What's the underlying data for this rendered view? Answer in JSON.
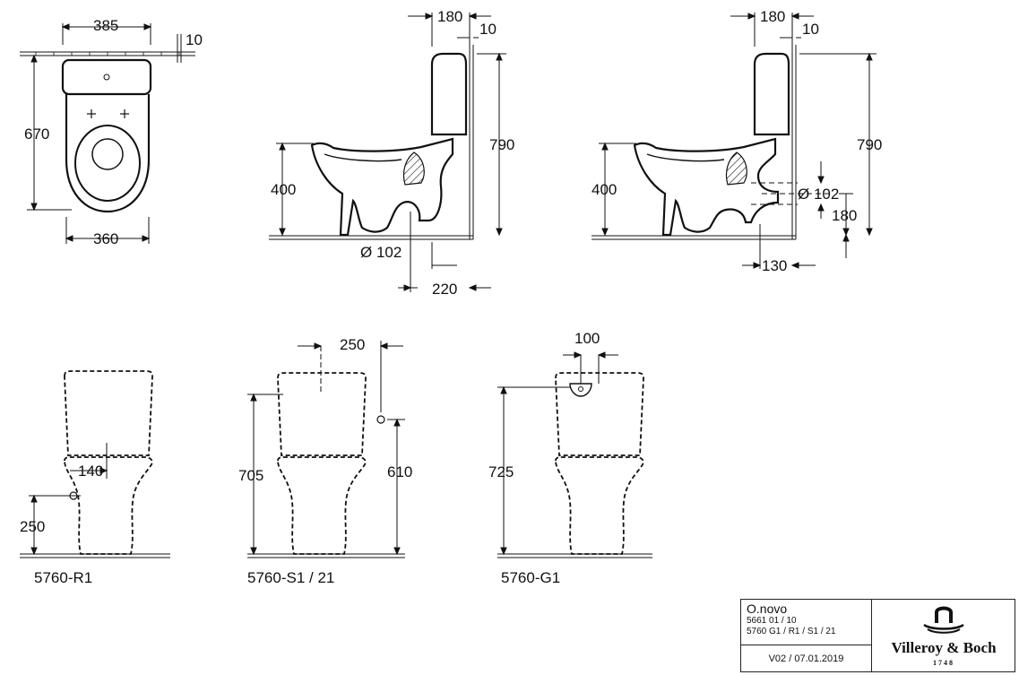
{
  "dimensions": {
    "top_view": {
      "width_tank": "385",
      "offset": "10",
      "depth": "670",
      "width_bowl": "360"
    },
    "side_view_1": {
      "tank_depth": "180",
      "wall_gap": "10",
      "height": "790",
      "rim_height": "400",
      "outlet_diameter": "Ø 102",
      "outlet_distance": "220"
    },
    "side_view_2": {
      "tank_depth": "180",
      "wall_gap": "10",
      "height": "790",
      "rim_height": "400",
      "outlet_diameter": "Ø 102",
      "outlet_height": "180",
      "outlet_distance": "130"
    },
    "front_r1": {
      "inlet_offset": "140",
      "inlet_height": "250"
    },
    "front_s1": {
      "inlet_offset": "250",
      "total_height": "705",
      "inlet_height": "610"
    },
    "front_g1": {
      "inlet_offset": "100",
      "total_height": "725"
    }
  },
  "variant_labels": {
    "r1": "5760-R1",
    "s1": "5760-S1 / 21",
    "g1": "5760-G1"
  },
  "title_block": {
    "product": "O.novo",
    "codes_1": "5661 01 / 10",
    "codes_2": "5760 G1 / R1 / S1 / 21",
    "version": "V02 / 07.01.2019",
    "brand": "Villeroy & Boch",
    "year": "1748"
  },
  "colors": {
    "line": "#111111",
    "fill_dark": "#1a1a1a"
  }
}
